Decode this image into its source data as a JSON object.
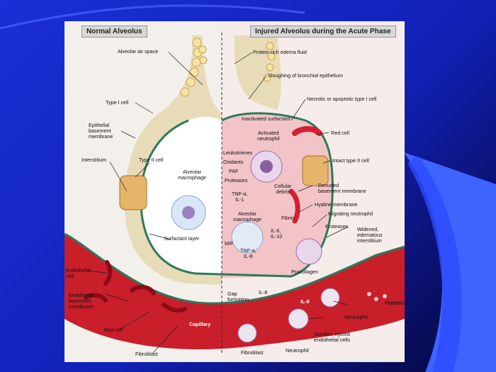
{
  "headers": {
    "left": "Normal Alveolus",
    "right": "Injured Alveolus during the Acute Phase"
  },
  "left_labels": {
    "alveolar_air_space": "Alveolar air space",
    "type_i_cell": "Type I cell",
    "epithelial_basement_membrane": "Epithelial\nbasement\nmembrane",
    "interstitium": "Interstitium",
    "type_ii_cell": "Type II cell",
    "alveolar_macrophage": "Alveolar\nmacrophage",
    "surfactant_layer": "Surfactant layer",
    "endothelial_cell": "Endothelial\ncell",
    "endothelial_basement_membrane": "Endothelial\nbasement\nmembrane",
    "red_cell": "Red cell",
    "capillary": "Capillary",
    "fibroblast": "Fibroblast"
  },
  "right_labels": {
    "protein_rich_edema_fluid": "Protein-rich edema fluid",
    "sloughing": "Sloughing of bronchial epithelium",
    "necrotic_type_i": "Necrotic or apoptotic type I cell",
    "inactivated_surfactant": "Inactivated surfactant",
    "red_cell": "Red cell",
    "activated_neutrophil": "Activated\nneutrophil",
    "leukotrienes": "Leukotrienes",
    "oxidants": "Oxidants",
    "paf": "PAF",
    "proteases_left": "Proteases",
    "intact_type_ii": "Intact type II cell",
    "tnf_il1": "TNF-α,\nIL-1",
    "cellular_debris": "Cellular\ndebris",
    "denuded_membrane": "Denuded\nbasement membrane",
    "hyaline_membrane": "Hyaline membrane",
    "alveolar_macrophage": "Alveolar\nmacrophage",
    "fibrin": "Fibrin",
    "migrating_neutrophil": "Migrating neutrophil",
    "il6_il10": "IL-6,\nIL-10",
    "proteases_right": "Proteases",
    "widened_interstitium": "Widened,\nedematous\ninterstitium",
    "mif": "MIF",
    "tnf_il8": "TNF-α,\nIL-8",
    "procollagen": "Procollagen",
    "il8": "IL-8",
    "gap_formation": "Gap\nformation",
    "il8_small": "IL-8",
    "platelets": "Platelets",
    "neutrophil": "Neutrophil",
    "swollen_endothelial": "Swollen, injured\nendothelial cells",
    "fibroblast": "Fibroblast",
    "neutrophil_bottom": "Neutrophil"
  },
  "colors": {
    "background": "#1a2fd6",
    "panel": "#f3f0ec",
    "vessel": "#c81f2a",
    "edema": "#f2c4c8",
    "accent_shape": "#3f63ff"
  }
}
